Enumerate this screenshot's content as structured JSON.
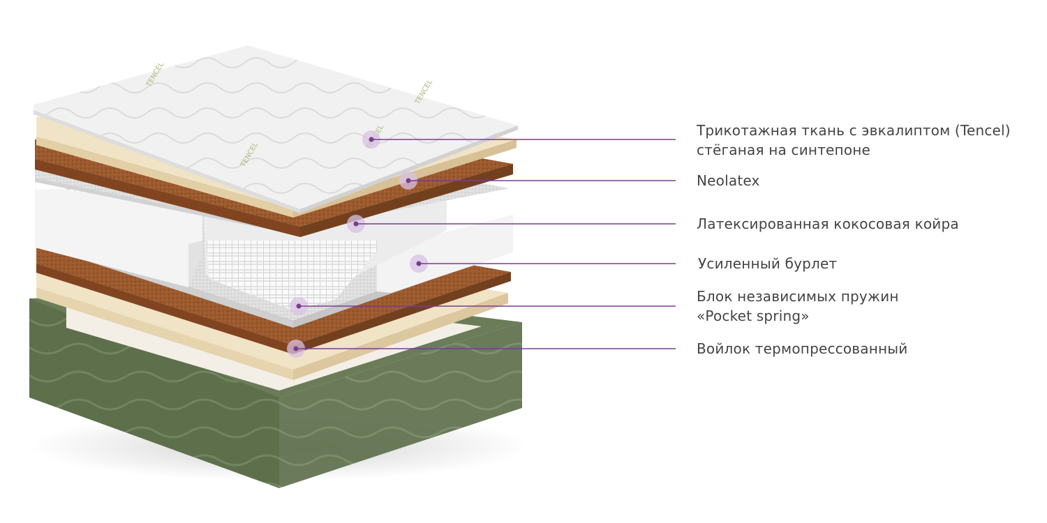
{
  "colors": {
    "accent": "#7a3d8f",
    "dot_halo": "#d8c2e4",
    "text": "#444444",
    "tencel_top": "#f1f1f1",
    "neolatex": "#f1e3c5",
    "coir": "#9c5a2e",
    "felt": "#dcdcdc",
    "border_foam": "#f4f4f4",
    "base_cover": "#5e6f4c"
  },
  "callouts": [
    {
      "id": "tencel",
      "lines": [
        "Трикотажная ткань с эвкалиптом (Tencel)",
        "стёганая на синтепоне"
      ]
    },
    {
      "id": "neolatex",
      "lines": [
        "Neolatex"
      ]
    },
    {
      "id": "coir",
      "lines": [
        "Латексированная кокосовая койра"
      ]
    },
    {
      "id": "border",
      "lines": [
        "Усиленный бурлет"
      ]
    },
    {
      "id": "springs",
      "lines": [
        "Блок независимых пружин",
        "«Pocket spring»"
      ]
    },
    {
      "id": "felt",
      "lines": [
        "Войлок термопрессованный"
      ]
    }
  ]
}
